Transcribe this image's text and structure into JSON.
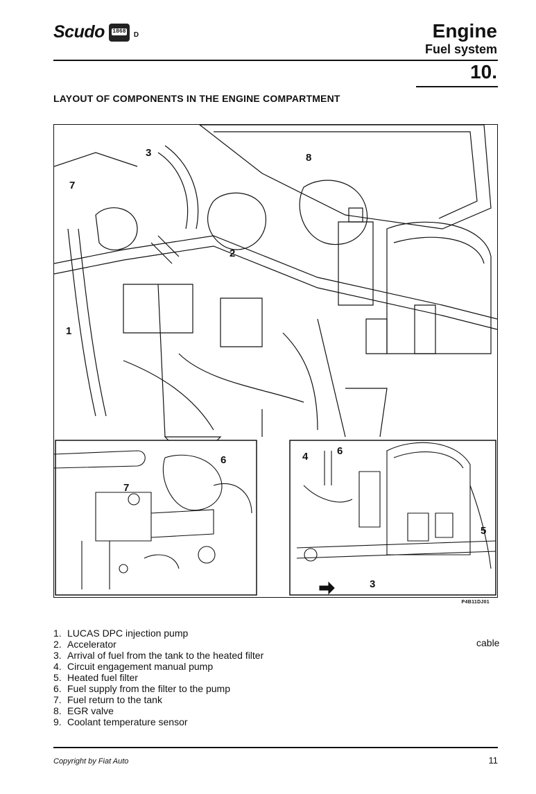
{
  "header": {
    "brand": "Scudo",
    "logo_text": "1868",
    "brand_suffix": "D",
    "title": "Engine",
    "subtitle": "Fuel system",
    "section": "10."
  },
  "page_heading": "LAYOUT OF COMPONENTS IN THE ENGINE COMPARTMENT",
  "figure": {
    "code": "P4B11DJ01",
    "callouts_main": [
      "3",
      "7",
      "8",
      "2",
      "1"
    ],
    "callouts_left_inset": [
      "7",
      "6"
    ],
    "callouts_right_inset": [
      "4",
      "6",
      "5",
      "3"
    ]
  },
  "legend": [
    {
      "num": "1.",
      "text": "LUCAS DPC injection pump"
    },
    {
      "num": "2.",
      "text": "Accelerator"
    },
    {
      "num": "3.",
      "text": "Arrival of fuel from the tank to the heated filter"
    },
    {
      "num": "4.",
      "text": "Circuit engagement manual pump"
    },
    {
      "num": "5.",
      "text": "Heated fuel filter"
    },
    {
      "num": "6.",
      "text": "Fuel supply from the filter to the pump"
    },
    {
      "num": "7.",
      "text": "Fuel return to the tank"
    },
    {
      "num": "8.",
      "text": "EGR valve"
    },
    {
      "num": "9.",
      "text": "Coolant temperature sensor"
    }
  ],
  "side_note": "cable",
  "footer": {
    "copyright": "Copyright by Fiat Auto",
    "page": "11"
  }
}
